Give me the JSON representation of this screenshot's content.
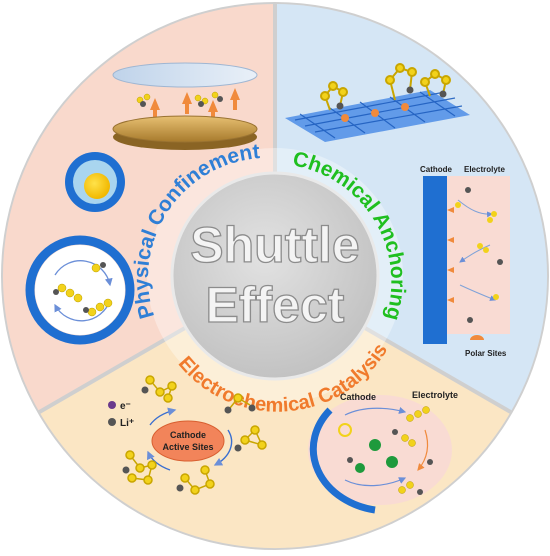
{
  "center": {
    "line1": "Shuttle",
    "line2": "Effect"
  },
  "sectors": {
    "physical": {
      "title": "Physical Confinement",
      "color": "#2f7fd6",
      "bg": "#f9d9cc"
    },
    "chemical": {
      "title": "Chemical Anchoring",
      "color": "#1fbf1f",
      "bg": "#d5e6f5"
    },
    "catalysis": {
      "title": "Electrochemical Catalysis",
      "color": "#f07a2c",
      "bg": "#fbe6c4"
    }
  },
  "chemical_panel": {
    "cathode_label": "Cathode",
    "electrolyte_label": "Electrolyte",
    "polar_sites_label": "Polar Sites"
  },
  "catalysis_panel": {
    "electron_label": "e⁻",
    "lithium_label": "Li⁺",
    "active_sites_line1": "Cathode",
    "active_sites_line2": "Active Sites",
    "cathode_label": "Cathode",
    "electrolyte_label": "Electrolyte"
  },
  "colors": {
    "ring": "#c9c9c9",
    "center_fill": "#cfcfcf",
    "sulfur": "#f2d21b",
    "lithium": "#555555",
    "electrode_blue": "#1f6fd1",
    "arrow_orange": "#f08a3c"
  }
}
